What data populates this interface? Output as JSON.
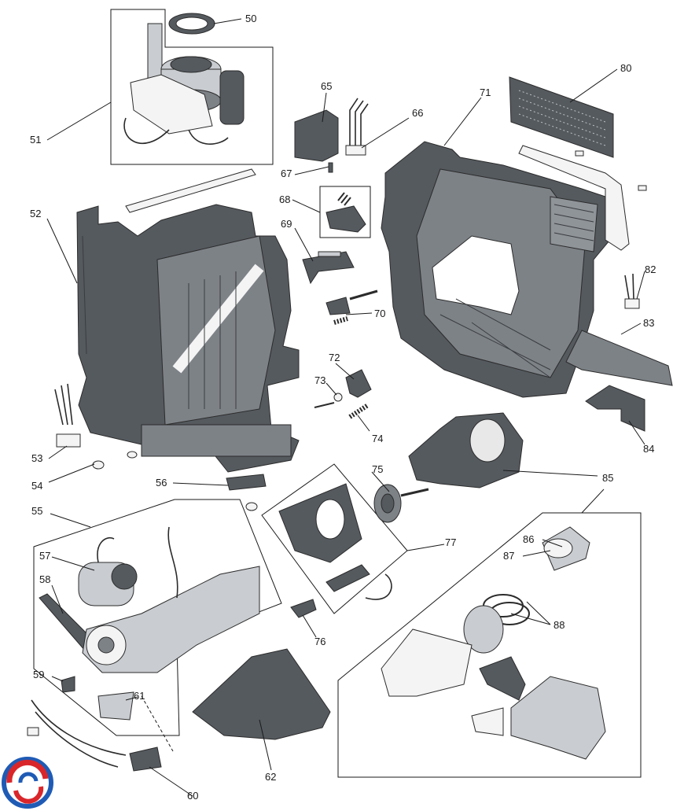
{
  "labels": {
    "p50": "50",
    "p51": "51",
    "p52": "52",
    "p53": "53",
    "p54": "54",
    "p55": "55",
    "p56": "56",
    "p57": "57",
    "p58": "58",
    "p59": "59",
    "p60": "60",
    "p61": "61",
    "p62": "62",
    "p65": "65",
    "p66": "66",
    "p67": "67",
    "p68": "68",
    "p69": "69",
    "p70": "70",
    "p71": "71",
    "p72": "72",
    "p73": "73",
    "p74": "74",
    "p75": "75",
    "p76": "76",
    "p77": "77",
    "p80": "80",
    "p82": "82",
    "p83": "83",
    "p84": "84",
    "p85": "85",
    "p86": "86",
    "p87": "87",
    "p88": "88"
  },
  "logo": {
    "name": "logo-icon",
    "colors": [
      "#1f5bb5",
      "#d9262b"
    ]
  },
  "colors": {
    "line": "#1a1a1a",
    "part_dark": "#555a5f",
    "part_mid": "#7d8287",
    "part_light": "#c9ccd0"
  }
}
